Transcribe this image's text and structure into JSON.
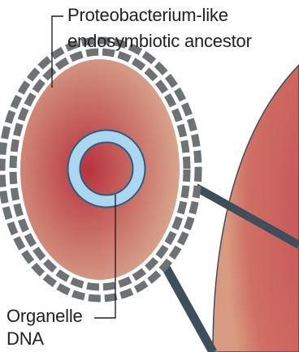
{
  "labels": {
    "ancestor_line1": "Proteobacterium-like",
    "ancestor_line2": "endosymbiotic ancestor",
    "dna_line1": "Organelle",
    "dna_line2": "DNA"
  },
  "colors": {
    "cell_center": "#b8323e",
    "cell_edge": "#d9a98e",
    "host_center": "#c7545a",
    "host_edge": "#d89a80",
    "membrane_dash": "#6d7275",
    "dna_ring": "#a8d7ef",
    "dna_ring_outline": "#2c5d7f",
    "callout_line": "#3e4f5c",
    "label_text": "#231f20"
  }
}
